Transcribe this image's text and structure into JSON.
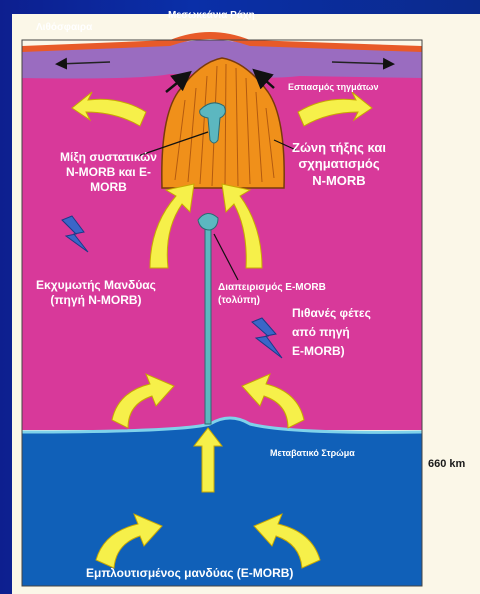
{
  "diagram": {
    "colors": {
      "mantle_depleted": "#d8399a",
      "mantle_enriched": "#1060b8",
      "lithosphere": "#9a6cc0",
      "crust_top": "#e85a28",
      "melt_zone": "#f0901a",
      "transition_line": "#7fd2ea",
      "arrows": "#f6f04a",
      "plume": "#5cb7c0",
      "background": "#fbf7e8",
      "slide": "#0b2a8c"
    },
    "labels": {
      "lithosphere": "Λιθόσφαιρα",
      "mid_ocean_ridge": "Μεσωκεάνια Ράχη",
      "melt_focusing": "Εστιασμός τηγμάτων",
      "mixing": "Μίξη συστατικών\nN-MORB και E-\nMORB",
      "melting_zone": "Ζώνη τήξης και\nσχηματισμός\nN-MORB",
      "depleted_mantle": "Εκχυμωτής Μανδύας\n(πηγή N-MORB)",
      "e_morb_diapirism": "Διαπειρισμός E-MORB\n(τολύπη)",
      "possible_slabs": "Πιθανές φέτες\nαπό πηγή\nE-MORB)",
      "transition_layer": "Μεταβατικό Στρώμα",
      "depth_660": "660 km",
      "enriched_mantle": "Εμπλουτισμένος μανδύας (E-MORB)"
    }
  }
}
